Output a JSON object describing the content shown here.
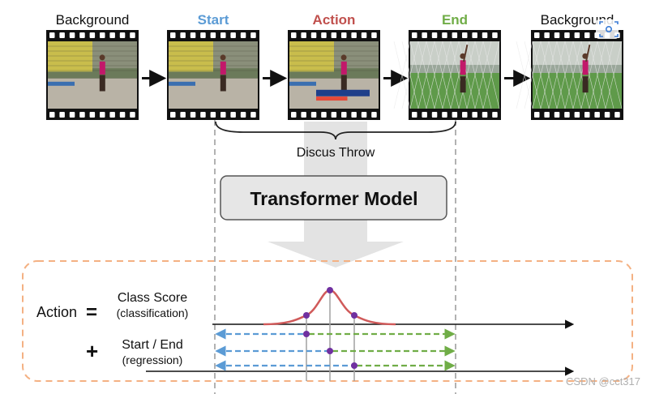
{
  "frames": [
    {
      "label": "Background",
      "label_color": "#111111",
      "bold": false,
      "scene": "stadium"
    },
    {
      "label": "Start",
      "label_color": "#5b9bd5",
      "bold": true,
      "scene": "stadium"
    },
    {
      "label": "Action",
      "label_color": "#c0504d",
      "bold": true,
      "scene": "stadium-scoreboard"
    },
    {
      "label": "End",
      "label_color": "#70ad47",
      "bold": true,
      "scene": "net"
    },
    {
      "label": "Background",
      "label_color": "#111111",
      "bold": false,
      "scene": "net"
    }
  ],
  "action_span_label": "Discus Throw",
  "model_label": "Transformer Model",
  "equation": {
    "lhs": "Action",
    "equals": "=",
    "plus": "+",
    "class_score": "Class Score",
    "classification": "(classification)",
    "start_end": "Start / End",
    "regression": "(regression)"
  },
  "colors": {
    "start_blue": "#5b9bd5",
    "action_red": "#c0504d",
    "end_green": "#70ad47",
    "dashed_box": "#f4b183",
    "curve": "#d05a5a",
    "dot": "#7030a0",
    "model_box_fill": "#e6e6e6",
    "big_arrow": "#d9d9d9"
  },
  "watermark": "CSDN @cct317"
}
